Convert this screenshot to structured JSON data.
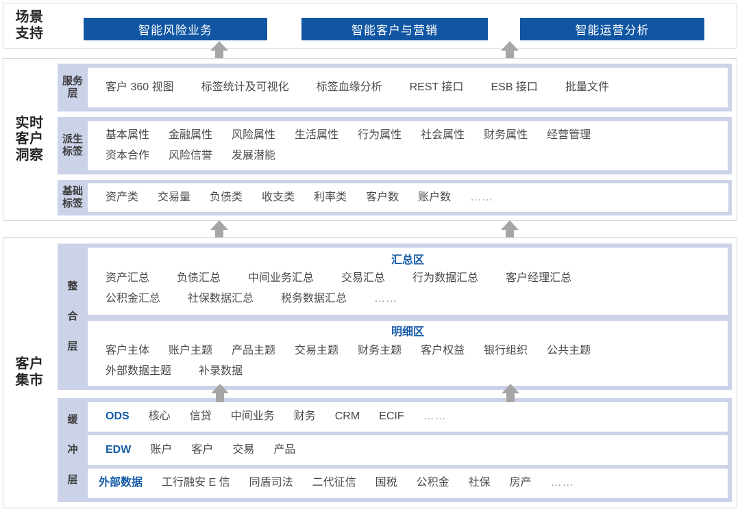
{
  "groups": {
    "scenario": "场景\n支持",
    "insight": "实时\n客户\n洞察",
    "mart": "客户\n集市"
  },
  "scenario": {
    "buttons": [
      {
        "label": "智能风险业务"
      },
      {
        "label": "智能客户与营销"
      },
      {
        "label": "智能运营分析"
      }
    ]
  },
  "insight": {
    "service": {
      "label": "服务\n层",
      "items": [
        "客户 360 视图",
        "标签统计及可视化",
        "标签血缘分析",
        "REST 接口",
        "ESB 接口",
        "批量文件"
      ]
    },
    "derived": {
      "label": "派生\n标签",
      "row1": [
        "基本属性",
        "金融属性",
        "风险属性",
        "生活属性",
        "行为属性",
        "社会属性",
        "财务属性",
        "经营管理"
      ],
      "row2": [
        "资本合作",
        "风险信誉",
        "发展潜能"
      ]
    },
    "basic": {
      "label": "基础\n标签",
      "items": [
        "资产类",
        "交易量",
        "负债类",
        "收支类",
        "利率类",
        "客户数",
        "账户数",
        "……"
      ]
    }
  },
  "mart": {
    "integration": {
      "label_chars": [
        "整",
        "合",
        "层"
      ],
      "summary": {
        "title": "汇总区",
        "row1": [
          "资产汇总",
          "负债汇总",
          "中间业务汇总",
          "交易汇总",
          "行为数据汇总",
          "客户经理汇总"
        ],
        "row2": [
          "公积金汇总",
          "社保数据汇总",
          "税务数据汇总",
          "……"
        ]
      },
      "detail": {
        "title": "明细区",
        "row1": [
          "客户主体",
          "账户主题",
          "产品主题",
          "交易主题",
          "财务主题",
          "客户权益",
          "银行组织",
          "公共主题"
        ],
        "row2": [
          "外部数据主题",
          "补录数据"
        ]
      }
    },
    "buffer": {
      "label_chars": [
        "缓",
        "冲",
        "层"
      ],
      "rows": [
        {
          "accent": "ODS",
          "items": [
            "核心",
            "信贷",
            "中间业务",
            "财务",
            "CRM",
            "ECIF",
            "……"
          ]
        },
        {
          "accent": "EDW",
          "items": [
            "账户",
            "客户",
            "交易",
            "产品"
          ]
        },
        {
          "accent": "外部数据",
          "items": [
            "工行融安 E 信",
            "同盾司法",
            "二代征信",
            "国税",
            "公积金",
            "社保",
            "房产",
            "……"
          ]
        }
      ]
    }
  },
  "colors": {
    "accent_blue": "#1156a3",
    "band_lavender": "#ccd3e8",
    "arrow_gray": "#a6a6a6",
    "text_gray": "#4a4a4a"
  },
  "arrows": {
    "count": 6,
    "direction": "up",
    "label": "flow-up-arrow"
  }
}
